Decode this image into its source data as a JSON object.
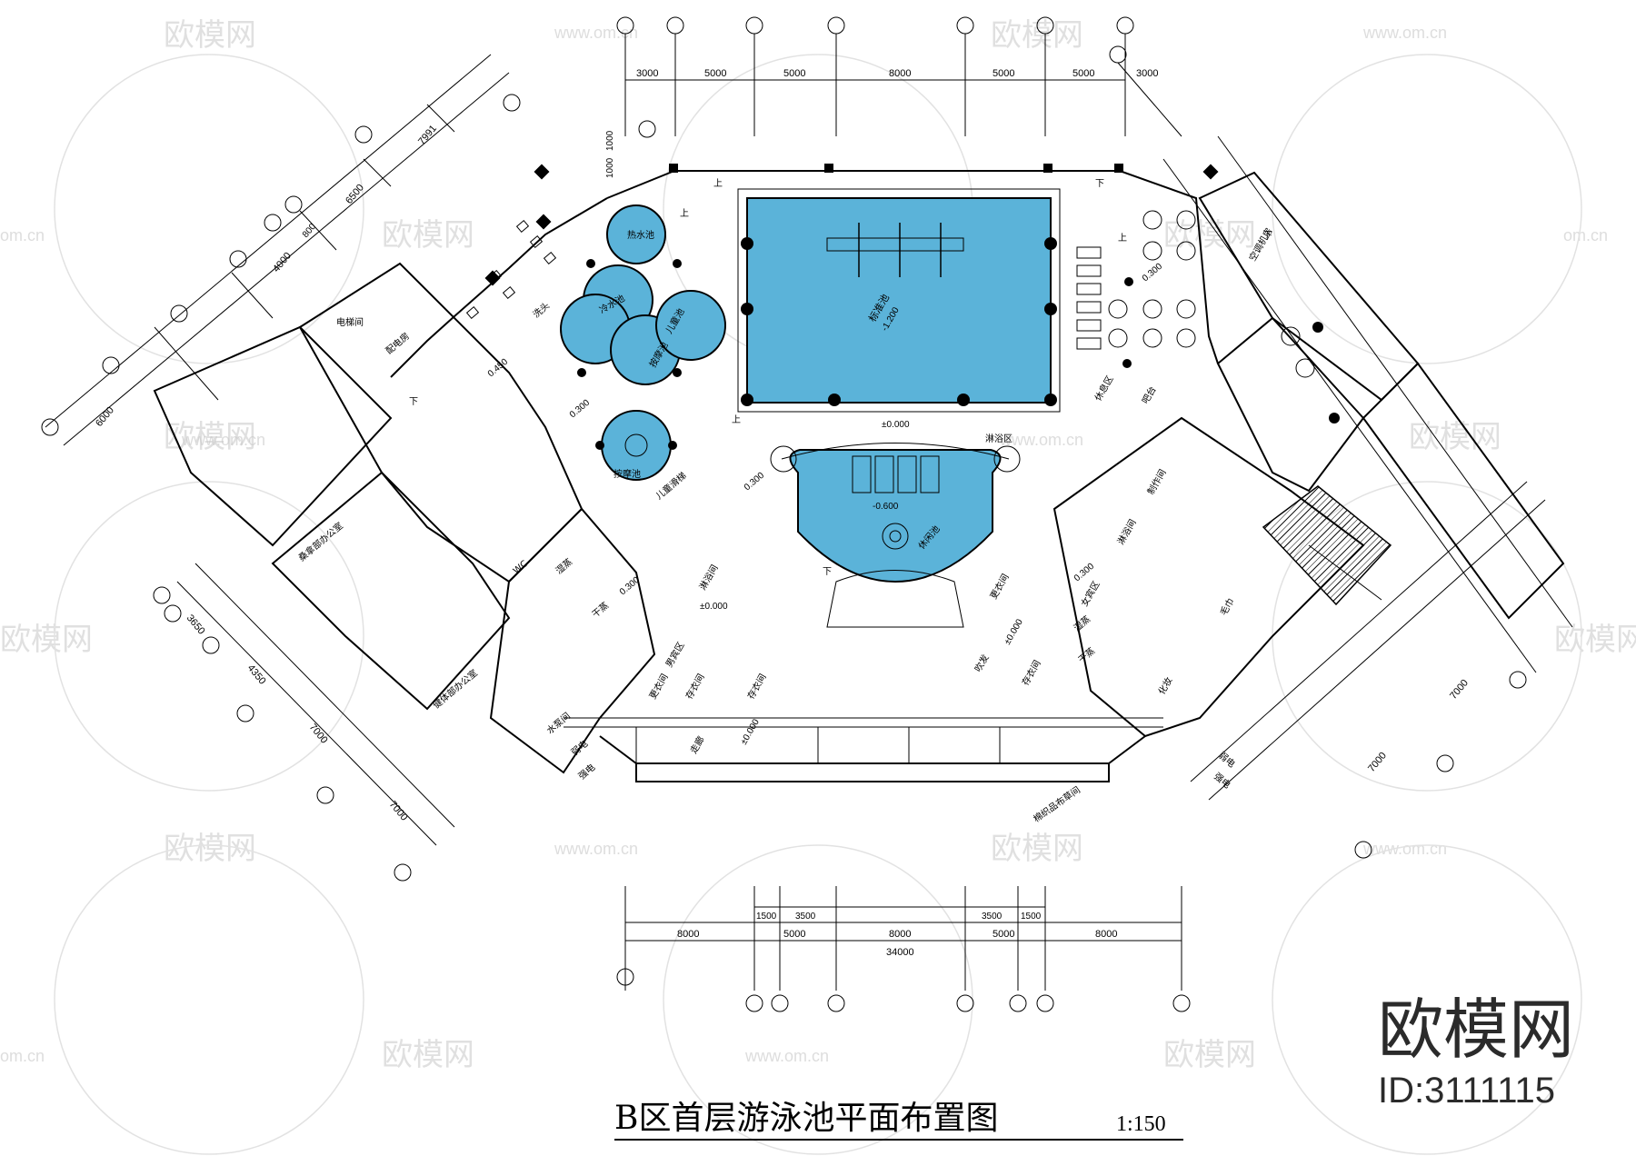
{
  "title": "B区首层游泳池平面布置图",
  "scale": "1:150",
  "brand": {
    "name": "欧模网",
    "id": "ID:3111115"
  },
  "watermark": {
    "text": "欧模网",
    "url": "www.om.cn",
    "url_short": "om.cn"
  },
  "colors": {
    "pool": "#5bb3d9",
    "line": "#000000",
    "watermark": "#c8c8c8"
  },
  "dimensions": {
    "top": [
      "3000",
      "5000",
      "5000",
      "8000",
      "5000",
      "5000",
      "3000"
    ],
    "bottom_row1": [
      "1500",
      "3500",
      "3500",
      "1500"
    ],
    "bottom_row2": [
      "8000",
      "5000",
      "8000",
      "5000",
      "8000"
    ],
    "bottom_total": "34000",
    "left": [
      "7991",
      "6500",
      "800",
      "4000",
      "6000",
      "3650",
      "4350",
      "7000",
      "7000"
    ],
    "right": [
      "7000",
      "7000"
    ],
    "top_small": [
      "1000",
      "1000"
    ]
  },
  "rooms": {
    "main_pool": "标准池",
    "leisure_pool": "休闲池",
    "rest_area": "休息区",
    "bar": "吧台",
    "ac_room": "空调机房",
    "elevator_room": "电梯间",
    "electric_room": "配电房",
    "sauna_office": "桑拿部办公室",
    "fitness_office": "健体部办公室",
    "shower_m": "淋浴间",
    "shower_f": "淋浴间",
    "wet_steam": "湿蒸",
    "dry_steam": "干蒸",
    "dry_steam_f": "干蒸",
    "wet_steam_f": "湿蒸",
    "mens_vip": "男宾区",
    "womens_vip": "女宾区",
    "locker_m": "存衣间",
    "locker_f": "存衣间",
    "locker_2": "存衣间",
    "changing_m": "更衣间",
    "changing_f": "更衣间",
    "corridor": "走廊",
    "make_room": "制作间",
    "hair_dry": "吹发",
    "wc": "WC",
    "shower_area": "淋浴区",
    "towel": "毛巾",
    "makeup": "化妆",
    "water_pump": "水泵间",
    "strong_elec": "强电",
    "weak_elec": "弱电",
    "strong_elec_r": "强电",
    "weak_elec_r": "弱电",
    "linen": "棉织品布草间",
    "hot_pool": "热水池",
    "cold_pool": "冷水池",
    "child_pool": "儿童池",
    "massage_pool": "按摩池",
    "wash": "洗头",
    "kids_slide": "儿童滑梯",
    "pool_label_2": "按摩池"
  },
  "elevations": [
    "±0.000",
    "±0.000",
    "±0.000",
    "±0.000",
    "0.300",
    "0.300",
    "0.300",
    "0.300",
    "0.300",
    "0.450",
    "-0.600",
    "-1.200"
  ],
  "stairs": [
    "上",
    "下",
    "上",
    "下",
    "上",
    "下",
    "上",
    "下"
  ]
}
